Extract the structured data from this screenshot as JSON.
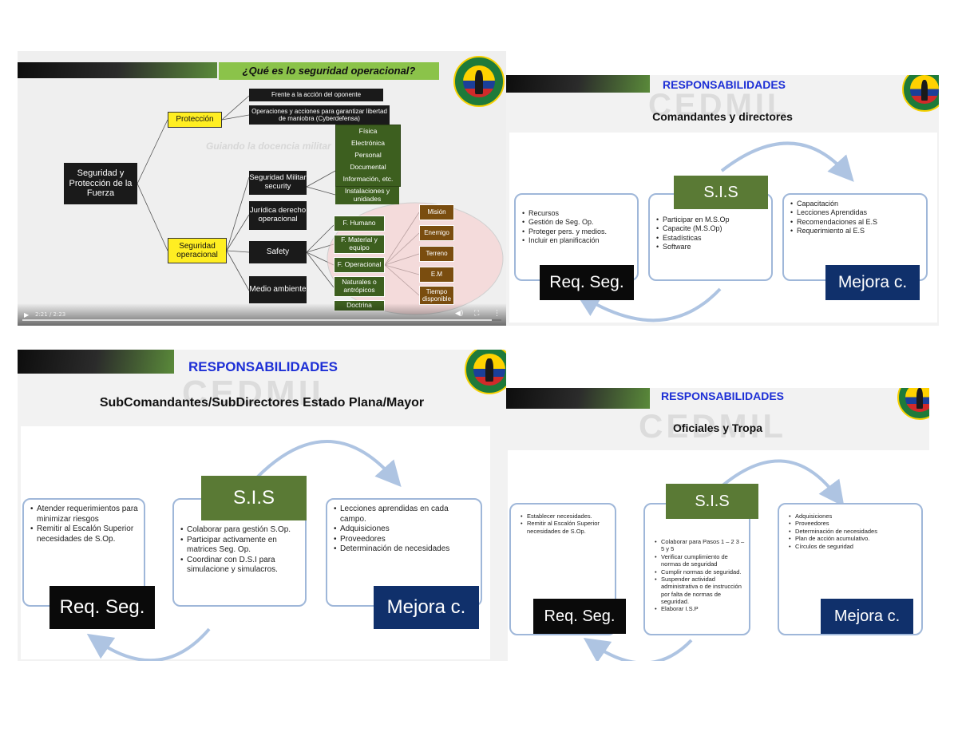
{
  "slide1": {
    "title": "¿Qué es lo seguridad operacional?",
    "watermark_text": "Guiando la docencia militar",
    "video_time": "2:21 / 2:23",
    "root": "Seguridad y Protección de la Fuerza",
    "proteccion": "Protección",
    "seg_operacional": "Seguridad operacional",
    "frente": "Frente a la acción del oponente",
    "operaciones": "Operaciones y acciones para garantizar libertad de maniobra (Cyberdefensa)",
    "seg_militar": "Seguridad Militar security",
    "juridica": "Jurídica derecho operacional",
    "safety": "Safety",
    "medio": "Medio ambiente",
    "sec_items": [
      "Física",
      "Electrónica",
      "Personal",
      "Documental",
      "Información, etc."
    ],
    "instalaciones": "Instalaciones y unidades",
    "f_items": [
      "F. Humano",
      "F. Material y equipo",
      "F. Operacional",
      "Naturales o antrópicos",
      "Doctrina"
    ],
    "op_items": [
      "Misión",
      "Enemigo",
      "Terreno",
      "E.M",
      "Tiempo disponible"
    ]
  },
  "slide2": {
    "heading": "RESPONSABILIDADES",
    "watermark": "CEDMIL",
    "subheading": "Comandantes y directores",
    "left_items": [
      "Recursos",
      "Gestión de Seg. Op.",
      "Proteger pers. y medios.",
      "Incluir en planificación"
    ],
    "mid_items": [
      "Participar en M.S.Op",
      "Capacite (M.S.Op)",
      "Estadísticas",
      "Software"
    ],
    "right_items": [
      "Capacitación",
      "Lecciones Aprendidas",
      "Recomendaciones al E.S",
      "Requerimiento al E.S"
    ],
    "label_req": "Req. Seg.",
    "label_sis": "S.I.S",
    "label_mej": "Mejora c."
  },
  "slide3": {
    "heading": "RESPONSABILIDADES",
    "watermark": "CEDMIL",
    "subheading": "SubComandantes/SubDirectores Estado Plana/Mayor",
    "left_items": [
      "Atender requerimientos para minimizar riesgos",
      "Remitir al Escalón Superior necesidades de S.Op."
    ],
    "mid_items": [
      "Colaborar para gestión S.Op.",
      "Participar activamente en matrices Seg. Op.",
      "Coordinar con D.S.I para simulacione y simulacros."
    ],
    "right_items": [
      "Lecciones aprendidas en cada campo.",
      "Adquisiciones",
      "Proveedores",
      "Determinación de necesidades"
    ],
    "label_req": "Req. Seg.",
    "label_sis": "S.I.S",
    "label_mej": "Mejora c."
  },
  "slide4": {
    "heading": "RESPONSABILIDADES",
    "watermark": "CEDMIL",
    "subheading": "Oficiales y Tropa",
    "left_items": [
      "Establecer necesidades.",
      "Remitir al Escalón Superior necesidades de S.Op."
    ],
    "mid_items": [
      "Colaborar para Pasos 1 – 2 3 – 5 y 5",
      "Verificar cumplimiento de normas de seguridad",
      "Cumplir normas de seguridad.",
      "Suspender actividad administrativa o de instrucción por falta de normas de seguridad.",
      "Elaborar I.S.P"
    ],
    "right_items": [
      "Adquisiciones",
      "Proveedores",
      "Determinación de necesidades",
      "Plan de acción acumulativo.",
      "Círculos de seguridad"
    ],
    "label_req": "Req. Seg.",
    "label_sis": "S.I.S",
    "label_mej": "Mejora c."
  }
}
